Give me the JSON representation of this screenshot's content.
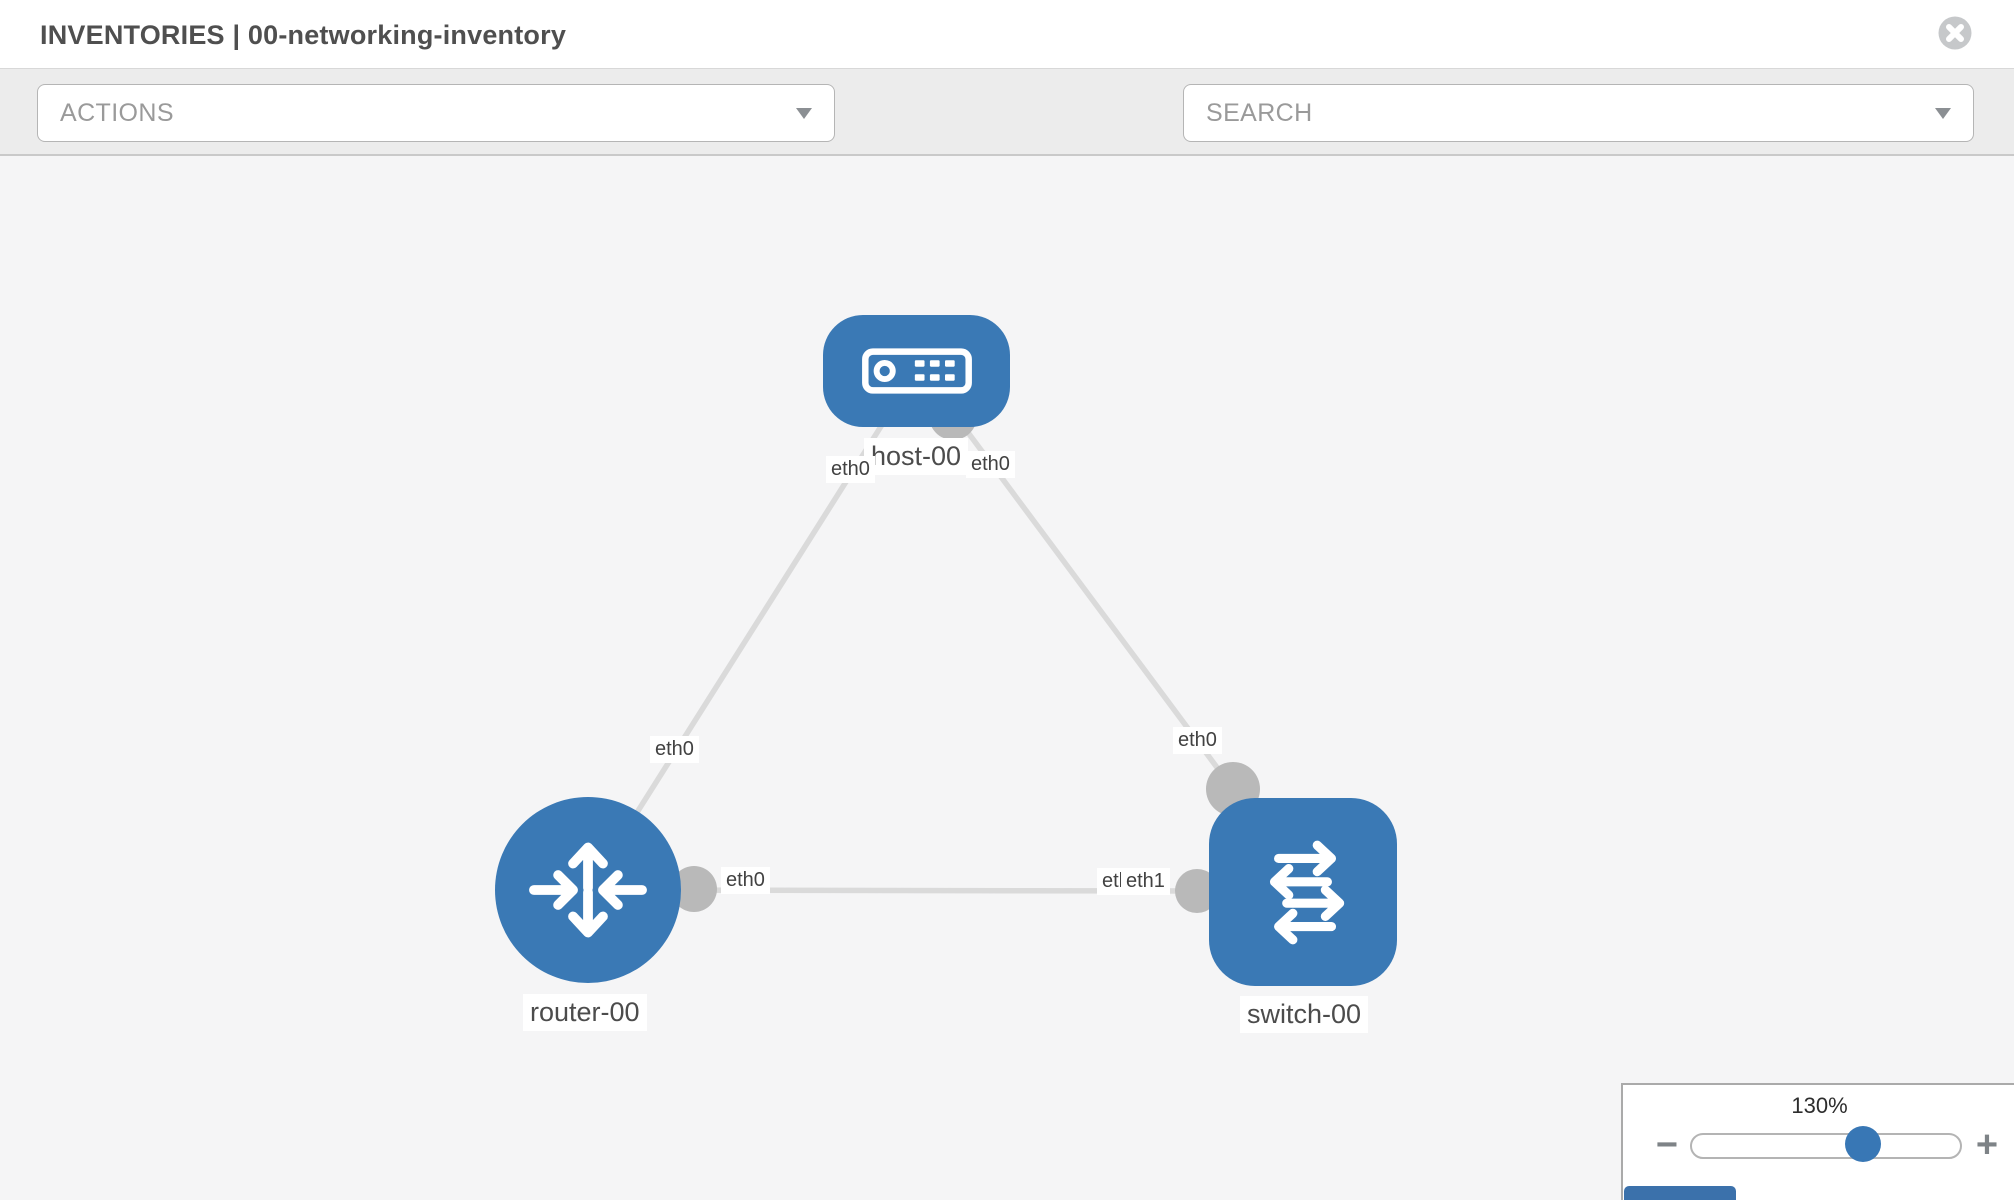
{
  "header": {
    "title": "INVENTORIES | 00-networking-inventory"
  },
  "toolbar": {
    "actions_label": "ACTIONS",
    "search_placeholder": "SEARCH",
    "icons": [
      "wrench-icon",
      "key-icon"
    ]
  },
  "topology": {
    "nodes": [
      {
        "id": "host-00",
        "type": "host",
        "label": "host-00"
      },
      {
        "id": "router-00",
        "type": "router",
        "label": "router-00"
      },
      {
        "id": "switch-00",
        "type": "switch",
        "label": "switch-00"
      }
    ],
    "links": [
      {
        "source": "router-00",
        "source_interface": "eth0",
        "target": "host-00",
        "target_interface": "eth0"
      },
      {
        "source": "switch-00",
        "source_interface": "eth0",
        "target": "host-00",
        "target_interface": "eth0"
      },
      {
        "source": "router-00",
        "source_interface": "eth0",
        "target": "switch-00",
        "target_interface": "eth1"
      }
    ],
    "interface_labels": [
      {
        "text": "eth0"
      },
      {
        "text": "eth0"
      },
      {
        "text": "eth0"
      },
      {
        "text": "eth0"
      },
      {
        "text": "eth0"
      },
      {
        "text": "eth0"
      },
      {
        "text": "eth1"
      }
    ]
  },
  "zoom_control": {
    "value_label": "130%",
    "percent": 130,
    "minus_label": "−",
    "plus_label": "+"
  },
  "colors": {
    "node_blue": "#3a79b5",
    "accent_blue": "#3877b5",
    "link_gray": "#dadada",
    "connector_gray": "#b9b9b9",
    "toolbar_gray": "#ececec",
    "canvas_gray": "#f5f5f6"
  }
}
